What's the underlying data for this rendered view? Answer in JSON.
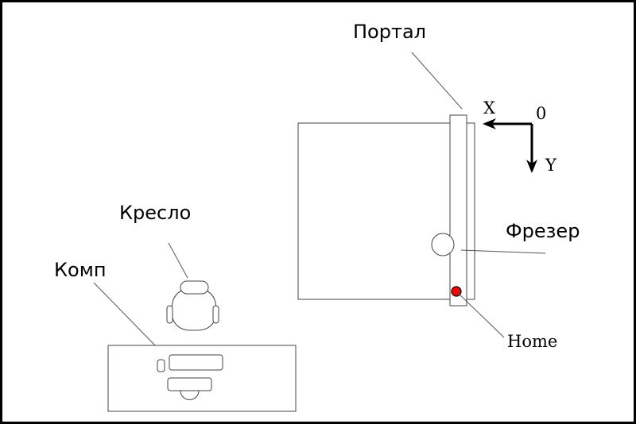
{
  "labels": {
    "portal": "Портал",
    "chair": "Кресло",
    "computer": "Комп",
    "mill": "Фрезер",
    "home": "Home",
    "axis_x": "X",
    "axis_y": "Y",
    "origin": "0"
  },
  "colors": {
    "home_marker": "#ff0000",
    "border": "#000000"
  }
}
